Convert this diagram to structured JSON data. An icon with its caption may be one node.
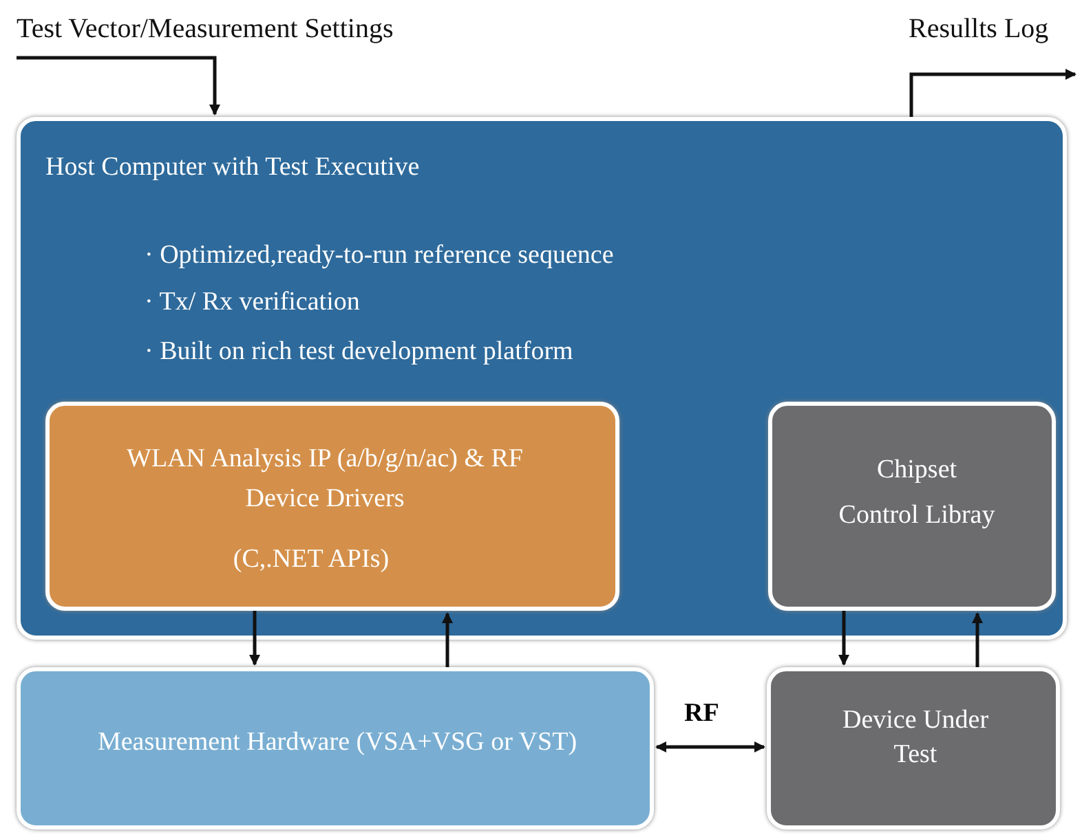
{
  "diagram": {
    "nodes": [
      {
        "text": [
          "Test Vector/Measurement Settings"
        ]
      },
      {
        "text": [
          "Resullts Log"
        ]
      },
      {
        "text": [
          "Host Computer with Test Executive",
          "· Optimized,ready-to-run reference sequence",
          "· Tx/ Rx verification",
          "· Built on rich test development platform"
        ]
      },
      {
        "text": [
          "WLAN Analysis IP (a/b/g/n/ac) & RF Device Drivers",
          "(C,.NET APIs)"
        ],
        "in": 2
      },
      {
        "text": [
          "Chipset Control Libray"
        ],
        "in": 2
      },
      {
        "text": [
          "Measurement Hardware (VSA+VSG or VST)"
        ]
      },
      {
        "text": [
          "Device Under Test"
        ]
      }
    ],
    "edges": [
      {
        "from": 0,
        "to": 2,
        "arrow": "to"
      },
      {
        "from": 2,
        "to": 1,
        "arrow": "to"
      },
      {
        "from": 3,
        "to": 5,
        "arrow": "to"
      },
      {
        "from": 5,
        "to": 3,
        "arrow": "to"
      },
      {
        "from": 4,
        "to": 6,
        "arrow": "to"
      },
      {
        "from": 6,
        "to": 4,
        "arrow": "to"
      },
      {
        "from": 5,
        "to": 6,
        "arrow": "both",
        "label": "RF"
      }
    ]
  }
}
